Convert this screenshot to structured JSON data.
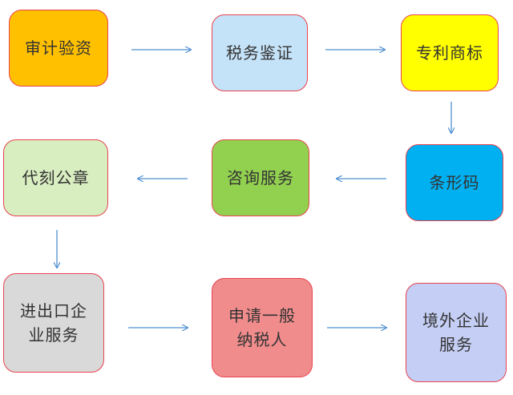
{
  "nodes": [
    {
      "id": "audit",
      "label": "审计验资",
      "color": "#ffc000"
    },
    {
      "id": "tax-verification",
      "label": "税务鉴证",
      "color": "#c5e3f8"
    },
    {
      "id": "patent-trademark",
      "label": "专利商标",
      "color": "#ffff00"
    },
    {
      "id": "barcode",
      "label": "条形码",
      "color": "#00b0f0"
    },
    {
      "id": "consulting",
      "label": "咨询服务",
      "color": "#92d050"
    },
    {
      "id": "seal-carving",
      "label": "代刻公章",
      "color": "#d8edc0"
    },
    {
      "id": "import-export",
      "label": "进出口企业服务",
      "line1": "进出口企",
      "line2": "业服务",
      "color": "#d9d9d9"
    },
    {
      "id": "general-taxpayer",
      "label": "申请一般纳税人",
      "line1": "申请一般",
      "line2": "纳税人",
      "color": "#f08c8c"
    },
    {
      "id": "overseas",
      "label": "境外企业服务",
      "line1": "境外企业",
      "line2": "服务",
      "color": "#c5cff5"
    }
  ],
  "edges": [
    {
      "from": "audit",
      "to": "tax-verification"
    },
    {
      "from": "tax-verification",
      "to": "patent-trademark"
    },
    {
      "from": "patent-trademark",
      "to": "barcode"
    },
    {
      "from": "barcode",
      "to": "consulting"
    },
    {
      "from": "consulting",
      "to": "seal-carving"
    },
    {
      "from": "seal-carving",
      "to": "import-export"
    },
    {
      "from": "import-export",
      "to": "general-taxpayer"
    },
    {
      "from": "general-taxpayer",
      "to": "overseas"
    }
  ],
  "colors": {
    "border": "#e8434f",
    "arrow": "#4f90d0"
  }
}
